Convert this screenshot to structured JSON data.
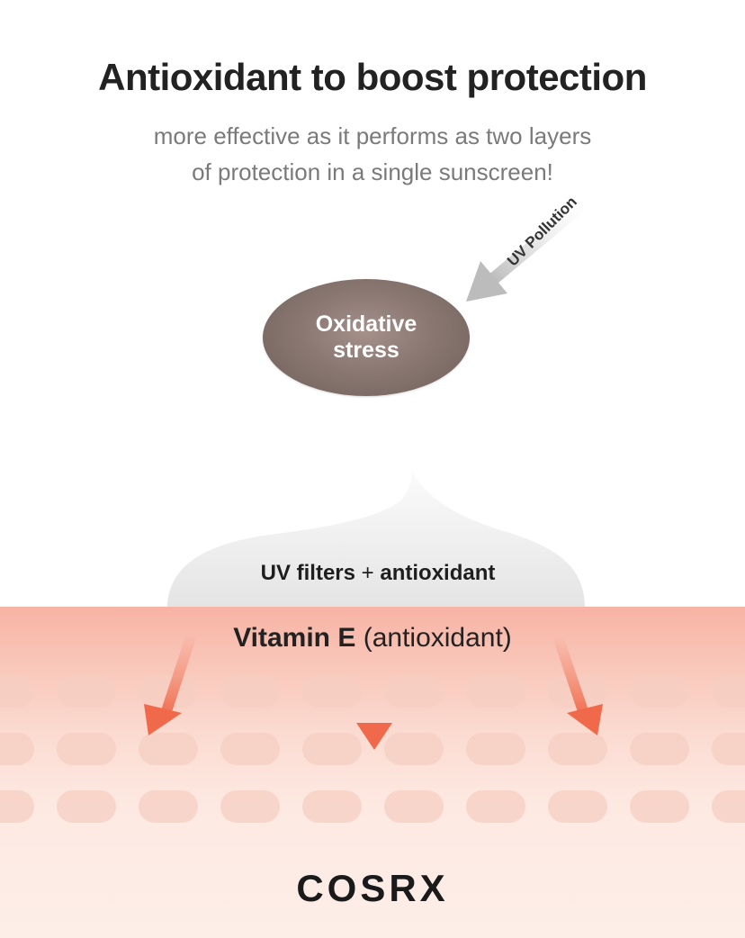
{
  "header": {
    "title": "Antioxidant to boost protection",
    "subtitle_line1": "more effective as it performs as two layers",
    "subtitle_line2": "of protection in a single sunscreen!"
  },
  "diagram": {
    "oxidative_stress": "Oxidative stress",
    "uv_pollution": "UV Pollution",
    "uv_filters": "UV filters",
    "plus": "+",
    "antioxidant": "antioxidant",
    "vitamin_name": "Vitamin E",
    "vitamin_note": "(antioxidant)"
  },
  "brand": {
    "logo_text": "COSRX"
  },
  "colors": {
    "title": "#222222",
    "subtitle": "#7a7a7a",
    "oxidative_blob": "#8a7771",
    "arrow_gray": "#c8c8c8",
    "arrow_coral": "#f0694a",
    "skin_top": "#f7b3a3",
    "skin_bottom": "#fdeee8",
    "cream": "#ececec"
  }
}
